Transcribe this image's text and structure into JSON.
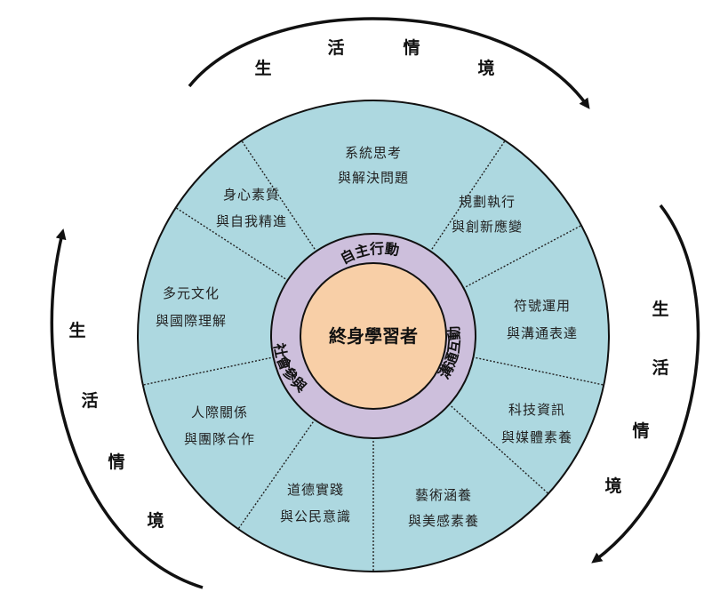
{
  "colors": {
    "outer_fill": "#add8e0",
    "middle_fill": "#cdbfdc",
    "core_fill": "#f8cfa7",
    "stroke": "#111111",
    "divider": "#222222"
  },
  "core": {
    "label": "終身學習者"
  },
  "ring": {
    "top": "自主行動",
    "right": "溝通互動",
    "left": "社會參與"
  },
  "segments": [
    {
      "line1": "系統思考",
      "line2": "與解決問題"
    },
    {
      "line1": "規劃執行",
      "line2": "與創新應變"
    },
    {
      "line1": "符號運用",
      "line2": "與溝通表達"
    },
    {
      "line1": "科技資訊",
      "line2": "與媒體素養"
    },
    {
      "line1": "藝術涵養",
      "line2": "與美感素養"
    },
    {
      "line1": "道德實踐",
      "line2": "與公民意識"
    },
    {
      "line1": "人際關係",
      "line2": "與團隊合作"
    },
    {
      "line1": "多元文化",
      "line2": "與國際理解"
    },
    {
      "line1": "身心素質",
      "line2": "與自我精進"
    }
  ],
  "context": {
    "top": [
      "生",
      "活",
      "情",
      "境"
    ],
    "right": [
      "生",
      "活",
      "情",
      "境"
    ],
    "left": [
      "生",
      "活",
      "情",
      "境"
    ]
  }
}
